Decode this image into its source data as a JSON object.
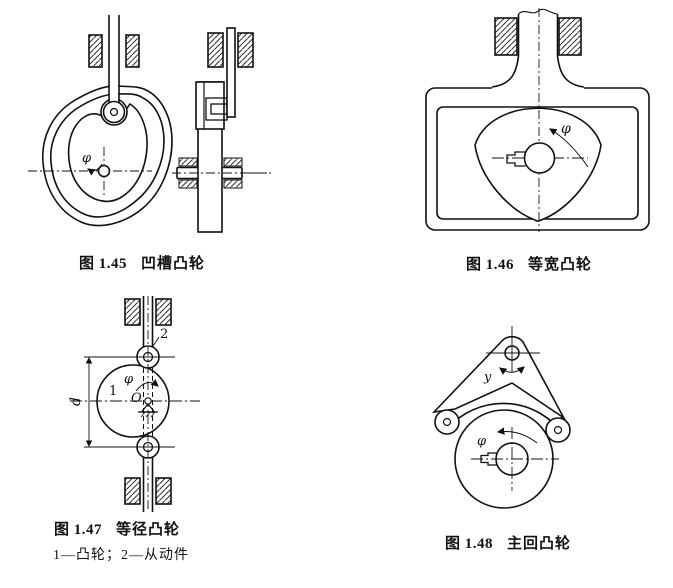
{
  "page": {
    "background": "#ffffff",
    "line_color": "#111111"
  },
  "figures": {
    "fig45": {
      "caption_label": "图 1.45",
      "caption_title": "凹槽凸轮",
      "labels": {
        "phi": "φ"
      }
    },
    "fig46": {
      "caption_label": "图 1.46",
      "caption_title": "等宽凸轮",
      "labels": {
        "phi": "φ"
      }
    },
    "fig47": {
      "caption_label": "图 1.47",
      "caption_title": "等径凸轮",
      "legend": "1—凸轮；2—从动件",
      "labels": {
        "phi": "φ",
        "pivot": "O",
        "diameter": "d",
        "cam": "1",
        "follower": "2"
      }
    },
    "fig48": {
      "caption_label": "图 1.48",
      "caption_title": "主回凸轮",
      "labels": {
        "phi": "φ",
        "rocker": "y"
      }
    }
  }
}
